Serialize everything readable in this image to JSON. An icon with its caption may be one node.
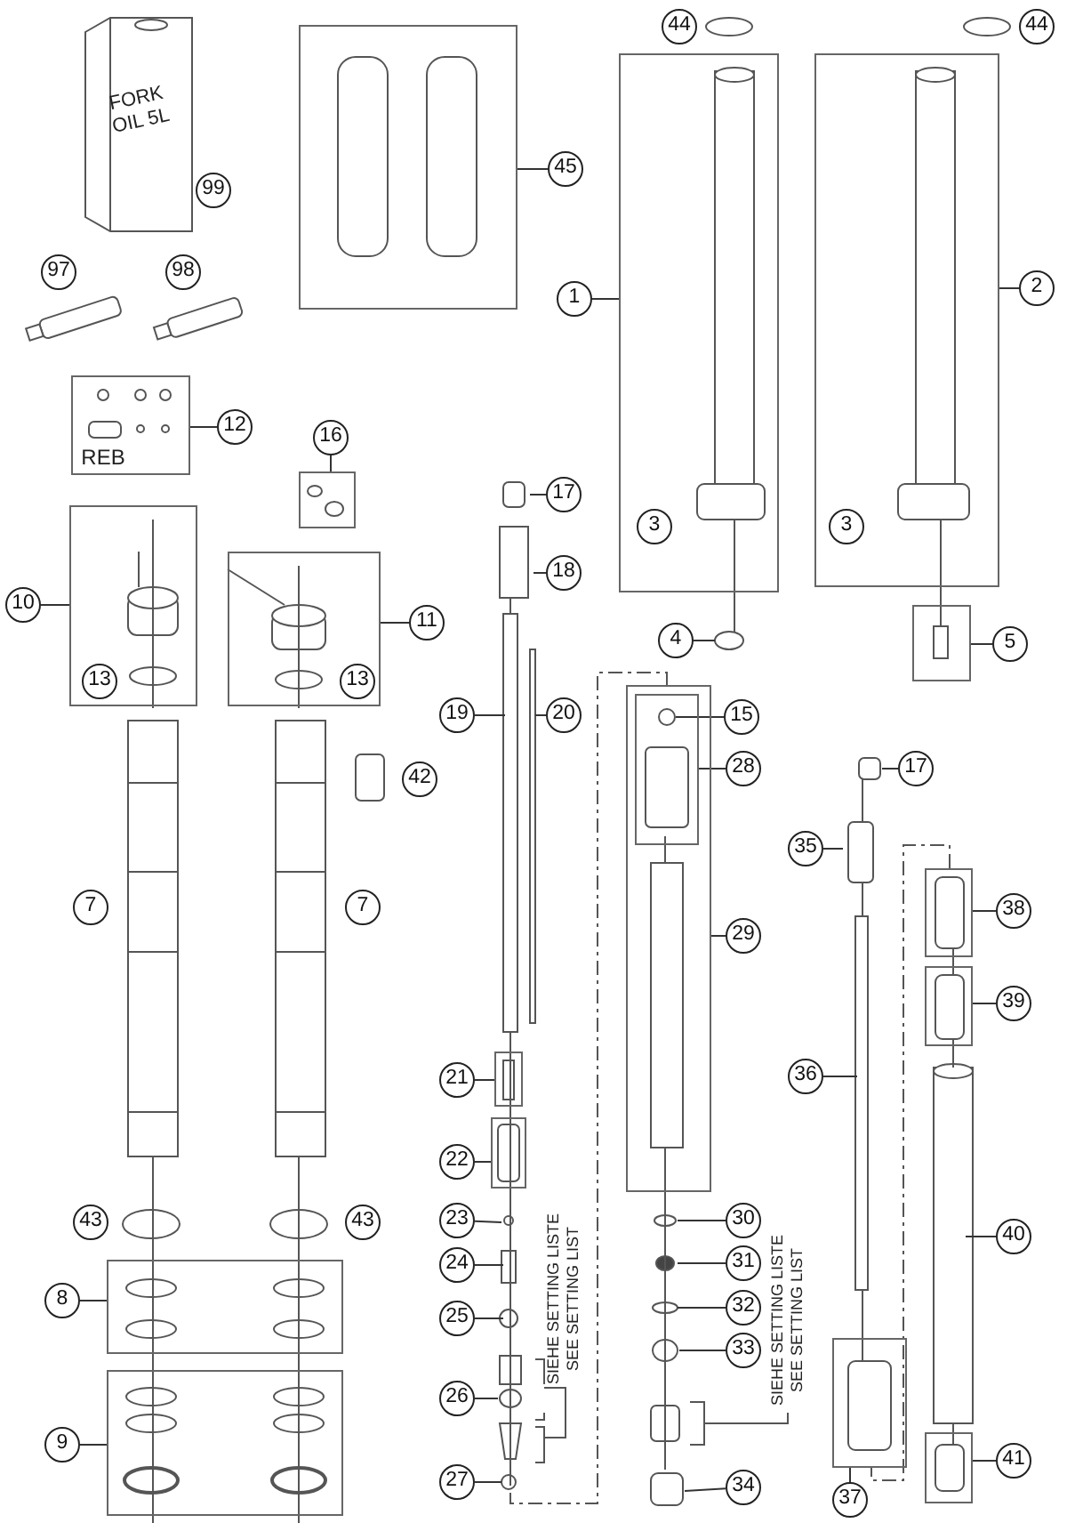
{
  "diagram": {
    "nodes": [
      {
        "text": [],
        "shape": "box"
      },
      {
        "text": [
          "45"
        ]
      },
      {
        "text": [
          "99"
        ]
      },
      {
        "text": [
          "97"
        ]
      },
      {
        "text": [
          "98"
        ]
      },
      {
        "text": [
          "44"
        ]
      },
      {
        "text": [
          "44"
        ]
      },
      {
        "text": [],
        "shape": "box"
      },
      {
        "text": [
          "1"
        ]
      },
      {
        "text": [
          "3"
        ],
        "in": 7
      },
      {
        "text": [],
        "shape": "box"
      },
      {
        "text": [
          "2"
        ]
      },
      {
        "text": [
          "3"
        ],
        "in": 10
      },
      {
        "text": [
          "4"
        ]
      },
      {
        "text": [],
        "shape": "box"
      },
      {
        "text": [
          "5"
        ]
      },
      {
        "text": [],
        "shape": "box"
      },
      {
        "text": [
          "12"
        ]
      },
      {
        "text": [],
        "shape": "box"
      },
      {
        "text": [
          "16"
        ]
      },
      {
        "text": [
          "17"
        ]
      },
      {
        "text": [
          "18"
        ]
      },
      {
        "text": [],
        "shape": "box"
      },
      {
        "text": [
          "10"
        ]
      },
      {
        "text": [
          "13"
        ],
        "in": 22
      },
      {
        "text": [],
        "shape": "box"
      },
      {
        "text": [
          "11"
        ]
      },
      {
        "text": [
          "13"
        ],
        "in": 25
      },
      {
        "text": [
          "19"
        ]
      },
      {
        "text": [
          "20"
        ]
      },
      {
        "text": [],
        "shape": "box"
      },
      {
        "text": [],
        "shape": "box",
        "in": 30
      },
      {
        "text": [
          "15"
        ]
      },
      {
        "text": [
          "28"
        ]
      },
      {
        "text": [
          "29"
        ]
      },
      {
        "text": [
          "42"
        ]
      },
      {
        "text": [
          "7"
        ]
      },
      {
        "text": [
          "7"
        ]
      },
      {
        "text": [
          "17"
        ]
      },
      {
        "text": [
          "35"
        ]
      },
      {
        "text": [],
        "shape": "box"
      },
      {
        "text": [
          "38"
        ]
      },
      {
        "text": [],
        "shape": "box"
      },
      {
        "text": [
          "39"
        ]
      },
      {
        "text": [
          "36"
        ]
      },
      {
        "text": [],
        "shape": "box"
      },
      {
        "text": [
          "21"
        ]
      },
      {
        "text": [],
        "shape": "box"
      },
      {
        "text": [
          "22"
        ]
      },
      {
        "text": [
          "23"
        ]
      },
      {
        "text": [
          "24"
        ]
      },
      {
        "text": [
          "25"
        ]
      },
      {
        "text": [
          "26"
        ]
      },
      {
        "text": [
          "27"
        ]
      },
      {
        "text": [
          "30"
        ]
      },
      {
        "text": [
          "31"
        ]
      },
      {
        "text": [
          "32"
        ]
      },
      {
        "text": [
          "33"
        ]
      },
      {
        "text": [
          "34"
        ]
      },
      {
        "text": [
          "43"
        ]
      },
      {
        "text": [
          "43"
        ]
      },
      {
        "text": [],
        "shape": "box"
      },
      {
        "text": [
          "8"
        ]
      },
      {
        "text": [],
        "shape": "box"
      },
      {
        "text": [
          "9"
        ]
      },
      {
        "text": [
          "40"
        ]
      },
      {
        "text": [],
        "shape": "box"
      },
      {
        "text": [
          "37"
        ]
      },
      {
        "text": [],
        "shape": "box"
      },
      {
        "text": [
          "41"
        ]
      },
      {
        "text": [],
        "shape": "circle",
        "in": 31
      }
    ],
    "edges": [
      {
        "from": 1,
        "to": 0,
        "arrow": "none"
      },
      {
        "from": 8,
        "to": 7,
        "arrow": "none"
      },
      {
        "from": 11,
        "to": 10,
        "arrow": "none"
      },
      {
        "from": 13,
        "to": null,
        "arrow": "none"
      },
      {
        "from": 15,
        "to": 14,
        "arrow": "none"
      },
      {
        "from": 17,
        "to": 16,
        "arrow": "none"
      },
      {
        "from": 19,
        "to": 18,
        "arrow": "none"
      },
      {
        "from": 20,
        "to": null,
        "arrow": "none"
      },
      {
        "from": 21,
        "to": null,
        "arrow": "none"
      },
      {
        "from": 23,
        "to": 22,
        "arrow": "none"
      },
      {
        "from": 26,
        "to": 25,
        "arrow": "none"
      },
      {
        "from": 28,
        "to": null,
        "arrow": "none"
      },
      {
        "from": 29,
        "to": null,
        "arrow": "none"
      },
      {
        "from": 32,
        "to": 70,
        "arrow": "none"
      },
      {
        "from": 33,
        "to": 31,
        "arrow": "none"
      },
      {
        "from": 34,
        "to": 30,
        "arrow": "none"
      },
      {
        "from": 38,
        "to": null,
        "arrow": "none"
      },
      {
        "from": 39,
        "to": null,
        "arrow": "none"
      },
      {
        "from": 41,
        "to": 40,
        "arrow": "none"
      },
      {
        "from": 43,
        "to": 42,
        "arrow": "none"
      },
      {
        "from": 44,
        "to": null,
        "arrow": "none"
      },
      {
        "from": 46,
        "to": 45,
        "arrow": "none"
      },
      {
        "from": 48,
        "to": 47,
        "arrow": "none"
      },
      {
        "from": 49,
        "to": null,
        "arrow": "none"
      },
      {
        "from": 50,
        "to": null,
        "arrow": "none"
      },
      {
        "from": 51,
        "to": null,
        "arrow": "none"
      },
      {
        "from": 52,
        "to": null,
        "arrow": "none"
      },
      {
        "from": 53,
        "to": null,
        "arrow": "none"
      },
      {
        "from": 54,
        "to": null,
        "arrow": "none"
      },
      {
        "from": 55,
        "to": null,
        "arrow": "none"
      },
      {
        "from": 56,
        "to": null,
        "arrow": "none"
      },
      {
        "from": 57,
        "to": null,
        "arrow": "none"
      },
      {
        "from": 58,
        "to": null,
        "arrow": "none"
      },
      {
        "from": 62,
        "to": 61,
        "arrow": "none"
      },
      {
        "from": 64,
        "to": 63,
        "arrow": "none"
      },
      {
        "from": 65,
        "to": null,
        "arrow": "none"
      },
      {
        "from": 67,
        "to": 66,
        "arrow": "none"
      },
      {
        "from": 69,
        "to": 68,
        "arrow": "none"
      }
    ],
    "labels": [
      "FORK OIL 5L",
      "REB",
      "SIEHE SETTING LISTE",
      "SEE SETTING LIST",
      "SIEHE SETTING LISTE",
      "SEE SETTING LIST"
    ]
  }
}
